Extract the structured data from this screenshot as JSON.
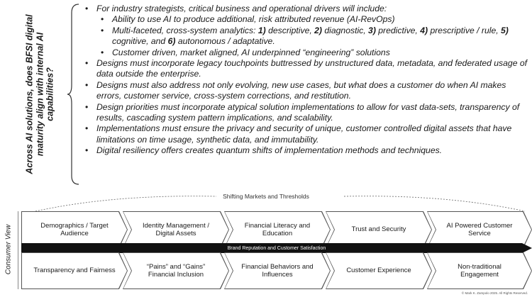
{
  "side_question": "Across AI solutions, does BFSI digital maturity align with internal AI capabilities?",
  "bullets": [
    {
      "text": "For industry strategists, critical business and operational drivers will include:",
      "subs": [
        {
          "segments": [
            {
              "t": "Ability to use AI to produce additional, risk attributed revenue (AI-RevOps)",
              "b": false
            }
          ]
        },
        {
          "segments": [
            {
              "t": "Multi-faceted, cross-system analytics: ",
              "b": false
            },
            {
              "t": "1)",
              "b": true
            },
            {
              "t": " descriptive, ",
              "b": false
            },
            {
              "t": "2)",
              "b": true
            },
            {
              "t": " diagnostic, ",
              "b": false
            },
            {
              "t": "3)",
              "b": true
            },
            {
              "t": " predictive, ",
              "b": false
            },
            {
              "t": "4)",
              "b": true
            },
            {
              "t": " prescriptive / rule, ",
              "b": false
            },
            {
              "t": "5)",
              "b": true
            },
            {
              "t": " cognitive, and ",
              "b": false
            },
            {
              "t": "6)",
              "b": true
            },
            {
              "t": " autonomous / adaptative.",
              "b": false
            }
          ]
        },
        {
          "segments": [
            {
              "t": "Customer driven, market aligned, AI underpinned “engineering” solutions",
              "b": false
            }
          ]
        }
      ]
    },
    {
      "text": "Designs must incorporate legacy touchpoints buttressed by unstructured data, metadata, and federated usage of data outside the enterprise.",
      "subs": []
    },
    {
      "text": "Designs must also address not only evolving, new use cases, but what does a customer do when AI makes errors, customer service, cross-system corrections, and restitution.",
      "subs": []
    },
    {
      "text": "Design priorities must incorporate atypical solution implementations to allow for vast data-sets, transparency of results, cascading system pattern implications, and scalability.",
      "subs": []
    },
    {
      "text": "Implementations must ensure the privacy and security of unique, customer controlled digital assets that have limitations on time usage, synthetic data, and immutability.",
      "subs": []
    },
    {
      "text": "Digital resiliency offers creates quantum shifts of implementation methods and techniques.",
      "subs": []
    }
  ],
  "arc_label": "Shifting Markets and Thresholds",
  "consumer_view_label": "Consumer View",
  "top_row": [
    "Demographics / Target Audience",
    "Identity Management / Digital Assets",
    "Financial Literacy and Education",
    "Trust and Security",
    "AI Powered Customer Service"
  ],
  "band_label": "Brand Reputation and Customer Satisfaction",
  "bottom_row": [
    "Transparency and Fairness",
    "“Pains” and “Gains” Financial Inclusion",
    "Financial Behaviors and Influences",
    "Customer Experience",
    "Non-traditional Engagement"
  ],
  "copyright": "© Mark K. Zampolo 2025. All Rights Reserved."
}
